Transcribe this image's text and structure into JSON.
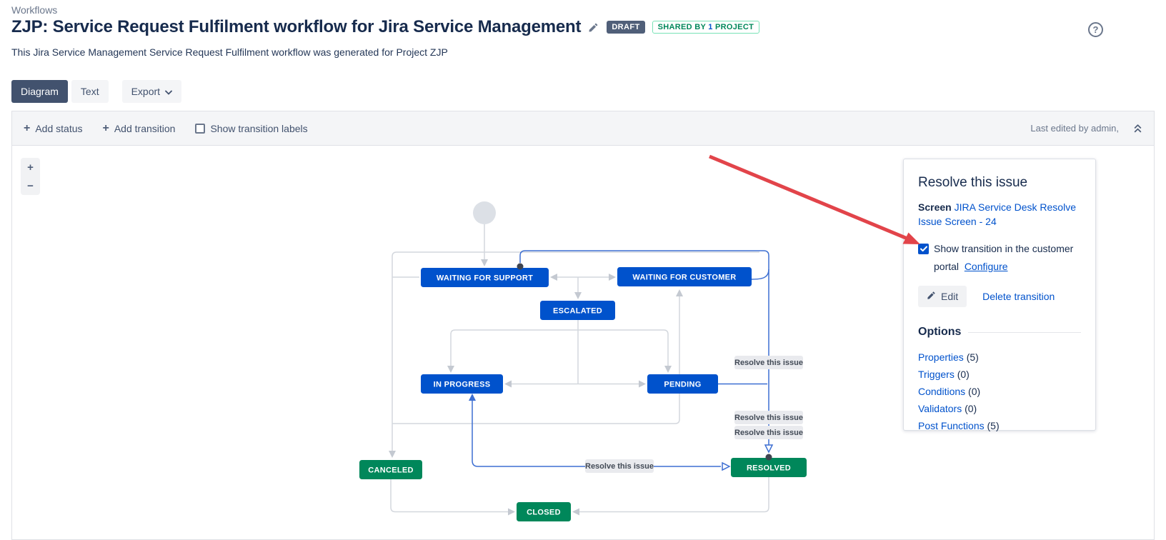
{
  "breadcrumb": "Workflows",
  "header": {
    "title": "ZJP: Service Request Fulfilment workflow for Jira Service Management",
    "draft_badge": "DRAFT",
    "shared_badge": {
      "prefix": "SHARED BY",
      "count": "1",
      "suffix": "PROJECT"
    },
    "help_glyph": "?",
    "subtitle": "This Jira Service Management Service Request Fulfilment workflow was generated for Project ZJP"
  },
  "tabs": {
    "diagram": "Diagram",
    "text": "Text",
    "export": "Export"
  },
  "toolbar": {
    "plus_icon": "+",
    "add_status": "Add status",
    "add_transition": "Add transition",
    "show_transition_labels": "Show transition labels",
    "last_edited": "Last edited by admin,"
  },
  "canvas": {
    "zoom_in": "+",
    "zoom_out": "−",
    "transition_label": "Resolve this issue",
    "statuses": [
      {
        "label": "WAITING FOR SUPPORT",
        "color": "blue"
      },
      {
        "label": "WAITING FOR CUSTOMER",
        "color": "blue"
      },
      {
        "label": "ESCALATED",
        "color": "blue"
      },
      {
        "label": "IN PROGRESS",
        "color": "blue"
      },
      {
        "label": "PENDING",
        "color": "blue"
      },
      {
        "label": "CANCELED",
        "color": "green"
      },
      {
        "label": "RESOLVED",
        "color": "green"
      },
      {
        "label": "CLOSED",
        "color": "green"
      }
    ]
  },
  "panel": {
    "title": "Resolve this issue",
    "screen_label": "Screen",
    "screen_link": "JIRA Service Desk Resolve Issue Screen - 24",
    "portal_checkbox_label": "Show transition in the customer portal",
    "configure_link": "Configure",
    "edit_button": "Edit",
    "delete_link": "Delete transition",
    "options_title": "Options",
    "options": [
      {
        "label": "Properties",
        "count": "(5)"
      },
      {
        "label": "Triggers",
        "count": "(0)"
      },
      {
        "label": "Conditions",
        "count": "(0)"
      },
      {
        "label": "Validators",
        "count": "(0)"
      },
      {
        "label": "Post Functions",
        "count": "(5)"
      }
    ]
  },
  "colors": {
    "status_blue": "#0052CC",
    "status_green": "#00875A",
    "link_blue": "#0052CC",
    "selected_transition_blue": "#3D6FD2",
    "annotation_red": "#E2444A",
    "draft_badge_bg": "#505F79"
  }
}
